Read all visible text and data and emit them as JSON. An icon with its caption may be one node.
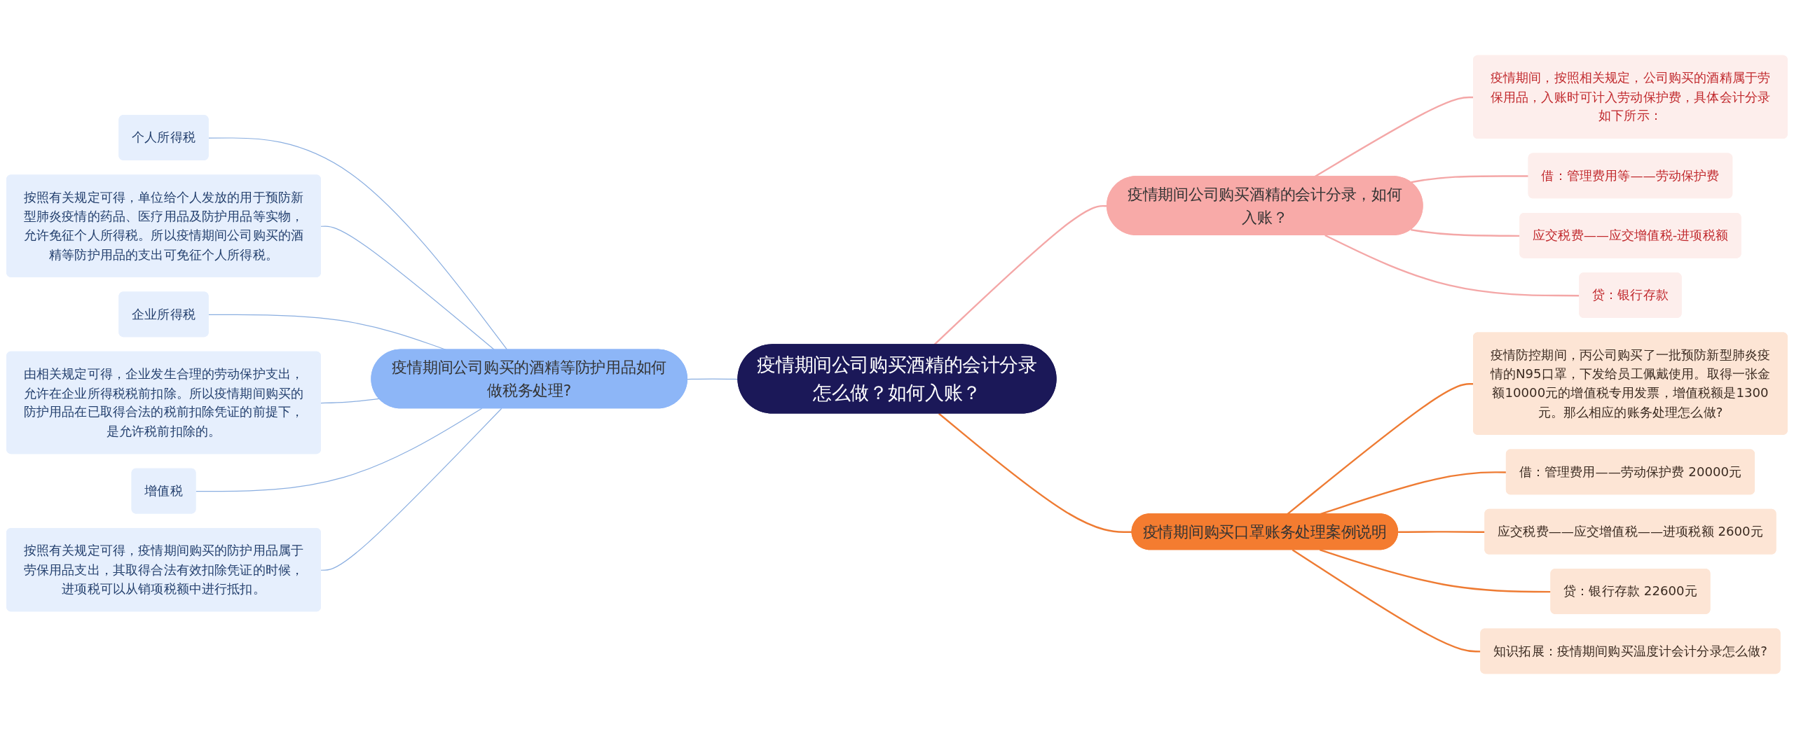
{
  "diagram": {
    "nodes": [
      {
        "text": [
          "疫情期间公司购买酒精的会计分录怎么做？如何入账？"
        ]
      },
      {
        "text": [
          "疫情期间公司购买酒精的会计分录，如何入账？"
        ]
      },
      {
        "text": [
          "疫情期间，按照相关规定，公司购买的酒精属于劳保用品，入账时可计入劳动保护费，具体会计分录如下所示："
        ]
      },
      {
        "text": [
          "借：管理费用等——劳动保护费"
        ]
      },
      {
        "text": [
          "应交税费——应交增值税-进项税额"
        ]
      },
      {
        "text": [
          "贷：银行存款"
        ]
      },
      {
        "text": [
          "疫情期间购买口罩账务处理案例说明"
        ]
      },
      {
        "text": [
          "疫情防控期间，丙公司购买了一批预防新型肺炎疫情的N95口罩，下发给员工佩戴使用。取得一张金额10000元的增值税专用发票，增值税额是1300元。那么相应的账务处理怎么做?"
        ]
      },
      {
        "text": [
          "借：管理费用——劳动保护费 20000元"
        ]
      },
      {
        "text": [
          "应交税费——应交增值税——进项税额 2600元"
        ]
      },
      {
        "text": [
          "贷：银行存款 22600元"
        ]
      },
      {
        "text": [
          "知识拓展：疫情期间购买温度计会计分录怎么做?"
        ]
      },
      {
        "text": [
          "疫情期间公司购买的酒精等防护用品如何做税务处理?"
        ]
      },
      {
        "text": [
          "个人所得税"
        ]
      },
      {
        "text": [
          "按照有关规定可得，单位给个人发放的用于预防新型肺炎疫情的药品、医疗用品及防护用品等实物，允许免征个人所得税。所以疫情期间公司购买的酒精等防护用品的支出可免征个人所得税。"
        ]
      },
      {
        "text": [
          "企业所得税"
        ]
      },
      {
        "text": [
          "由相关规定可得，企业发生合理的劳动保护支出，允许在企业所得税税前扣除。所以疫情期间购买的防护用品在已取得合法的税前扣除凭证的前提下，是允许税前扣除的。"
        ]
      },
      {
        "text": [
          "增值税"
        ]
      },
      {
        "text": [
          "按照有关规定可得，疫情期间购买的防护用品属于劳保用品支出，其取得合法有效扣除凭证的时候，进项税可以从销项税额中进行抵扣。"
        ]
      }
    ],
    "edges": [
      {
        "from": 0,
        "to": 1,
        "arrow": "none",
        "color": "#f4a7a7"
      },
      {
        "from": 1,
        "to": 2,
        "arrow": "none",
        "color": "#f4a7a7"
      },
      {
        "from": 1,
        "to": 3,
        "arrow": "none",
        "color": "#f4a7a7"
      },
      {
        "from": 1,
        "to": 4,
        "arrow": "none",
        "color": "#f4a7a7"
      },
      {
        "from": 1,
        "to": 5,
        "arrow": "none",
        "color": "#f4a7a7"
      },
      {
        "from": 0,
        "to": 6,
        "arrow": "none",
        "color": "#ee7b33"
      },
      {
        "from": 6,
        "to": 7,
        "arrow": "none",
        "color": "#ee7b33"
      },
      {
        "from": 6,
        "to": 8,
        "arrow": "none",
        "color": "#ee7b33"
      },
      {
        "from": 6,
        "to": 9,
        "arrow": "none",
        "color": "#ee7b33"
      },
      {
        "from": 6,
        "to": 10,
        "arrow": "none",
        "color": "#ee7b33"
      },
      {
        "from": 6,
        "to": 11,
        "arrow": "none",
        "color": "#ee7b33"
      },
      {
        "from": 0,
        "to": 12,
        "arrow": "none"
      },
      {
        "from": 12,
        "to": 13,
        "arrow": "none"
      },
      {
        "from": 12,
        "to": 14,
        "arrow": "none"
      },
      {
        "from": 12,
        "to": 15,
        "arrow": "none"
      },
      {
        "from": 12,
        "to": 16,
        "arrow": "none"
      },
      {
        "from": 12,
        "to": 17,
        "arrow": "none"
      },
      {
        "from": 12,
        "to": 18,
        "arrow": "none"
      }
    ]
  }
}
